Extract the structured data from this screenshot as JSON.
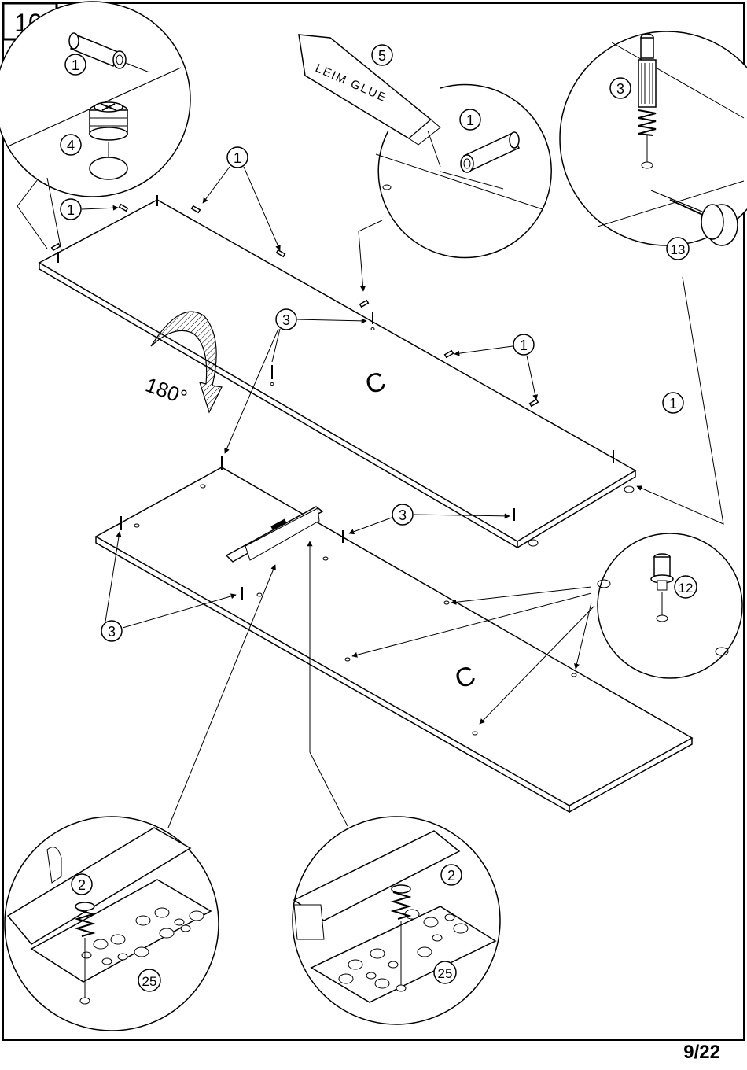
{
  "step": "10",
  "page_number": "9/22",
  "rotation_label": "180°",
  "panel_letter": "C",
  "glue_text": "LEIM GLUE",
  "callouts": [
    "1",
    "4",
    "1",
    "1",
    "5",
    "1",
    "3",
    "13",
    "3",
    "1",
    "1",
    "3",
    "12",
    "3",
    "2",
    "25",
    "2",
    "25"
  ],
  "panel_label_1": "C",
  "panel_label_2": "C"
}
